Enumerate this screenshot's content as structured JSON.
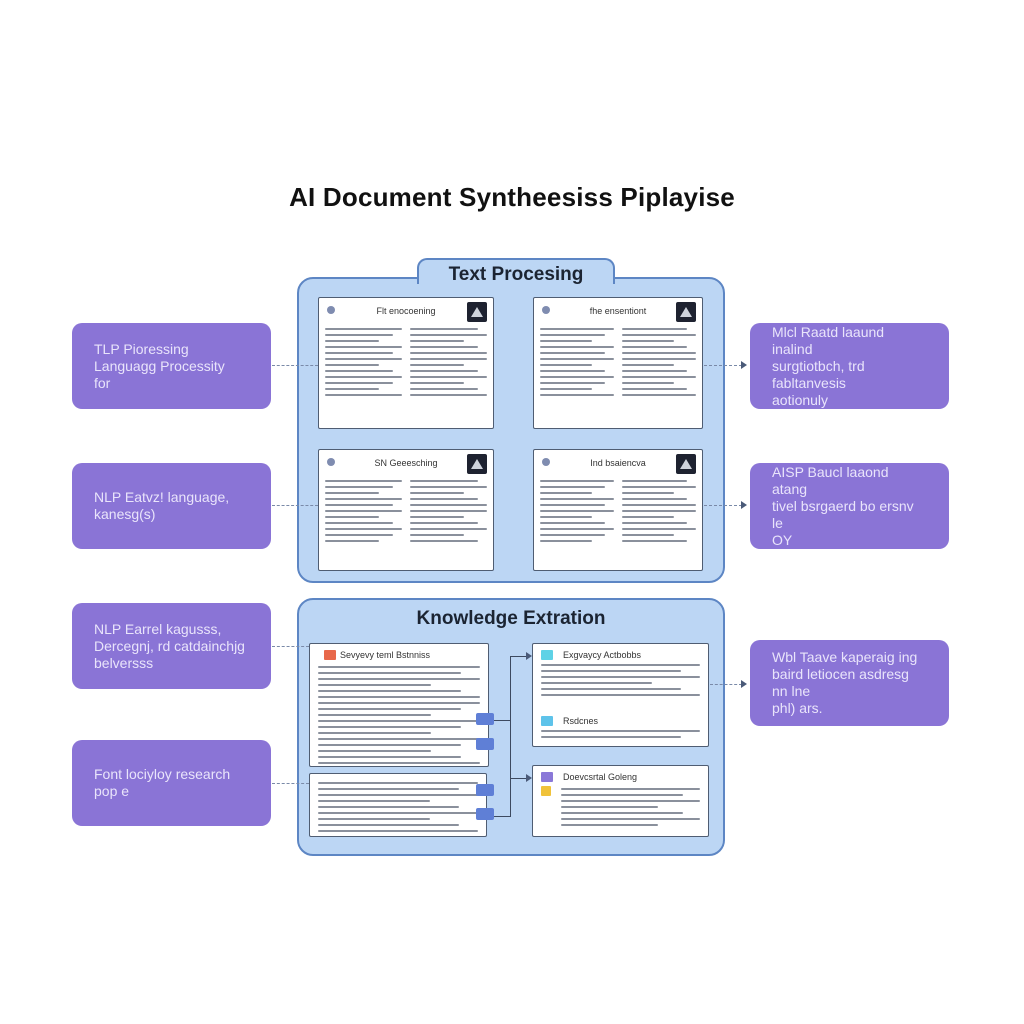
{
  "title": "AI Document Syntheesiss Piplayise",
  "panels": {
    "text_processing": "Text Procesing",
    "knowledge_extraction": "Knowledge Extration"
  },
  "left_boxes": [
    "TLP Pioressing\nLanguagg Processity\nfor",
    "NLP Eatvz! language,\nkanesg(s)",
    "NLP Earrel kagusss,\nDercegnj, rd catdainchjg\nbelversss",
    "Font lociyloy research\npop e"
  ],
  "right_boxes": [
    "Mlcl Raatd laaund inalind\nsurgtiotbch, trd fabltanvesis\naotionuly",
    "AISP Baucl laaond atang\ntivel bsrgaerd bo ersnv le\nOY",
    "Wbl Taave kaperaig ing\nbaird letiocen asdresg nn lne\nphl) ars."
  ],
  "documents": [
    "Flt enocoening",
    "fhe ensentiont",
    "SN Geeesching",
    "Ind bsaiencva"
  ],
  "knowledge_cards": [
    "Sevyevy teml Bstnniss",
    "Exgvaycy Actbobbs",
    "Rsdcnes",
    "Doevcsrtal Goleng"
  ],
  "colors": {
    "side_box": "#8a74d6",
    "panel_fill": "#bcd6f4",
    "panel_border": "#5d86c4"
  }
}
